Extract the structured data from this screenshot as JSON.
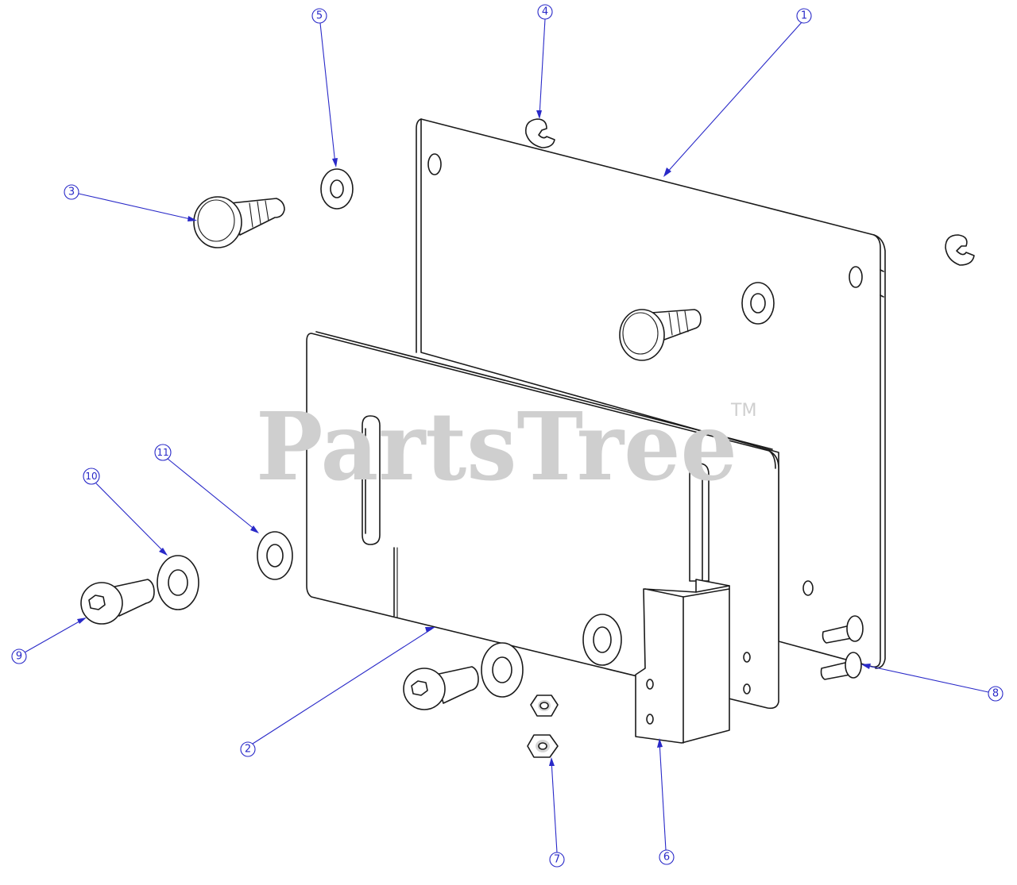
{
  "watermark": {
    "brand": "PartsTree",
    "trademark": "TM"
  },
  "callouts": [
    {
      "id": "callout-1",
      "number": "1"
    },
    {
      "id": "callout-2",
      "number": "2"
    },
    {
      "id": "callout-3",
      "number": "3"
    },
    {
      "id": "callout-4",
      "number": "4"
    },
    {
      "id": "callout-5",
      "number": "5"
    },
    {
      "id": "callout-6",
      "number": "6"
    },
    {
      "id": "callout-7",
      "number": "7"
    },
    {
      "id": "callout-8",
      "number": "8"
    },
    {
      "id": "callout-9",
      "number": "9"
    },
    {
      "id": "callout-10",
      "number": "10"
    },
    {
      "id": "callout-11",
      "number": "11"
    }
  ],
  "colors": {
    "callout": "#2929c8",
    "linework": "#1a1a1a",
    "watermark": "#cfcfcf"
  }
}
